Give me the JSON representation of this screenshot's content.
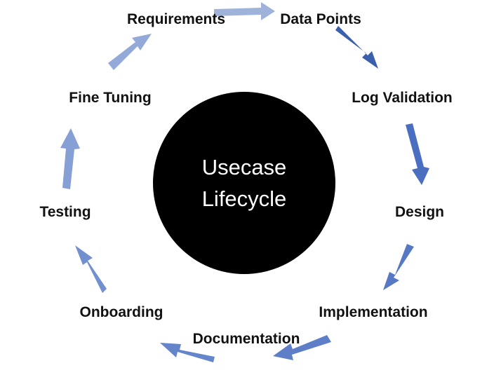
{
  "center": {
    "line1": "Usecase",
    "line2": "Lifecycle",
    "fill_color": "#000000",
    "text_color": "#ffffff"
  },
  "stages": [
    {
      "label": "Requirements",
      "arrow_color": "#9fb3da"
    },
    {
      "label": "Data Points",
      "arrow_color": "#3a5fad"
    },
    {
      "label": "Log Validation",
      "arrow_color": "#4a6fc0"
    },
    {
      "label": "Design",
      "arrow_color": "#5778c3"
    },
    {
      "label": "Implementation",
      "arrow_color": "#5e7fc7"
    },
    {
      "label": "Documentation",
      "arrow_color": "#6585cb"
    },
    {
      "label": "Onboarding",
      "arrow_color": "#7290cf"
    },
    {
      "label": "Testing",
      "arrow_color": "#869fd5"
    },
    {
      "label": "Fine Tuning",
      "arrow_color": "#93aad9"
    }
  ]
}
